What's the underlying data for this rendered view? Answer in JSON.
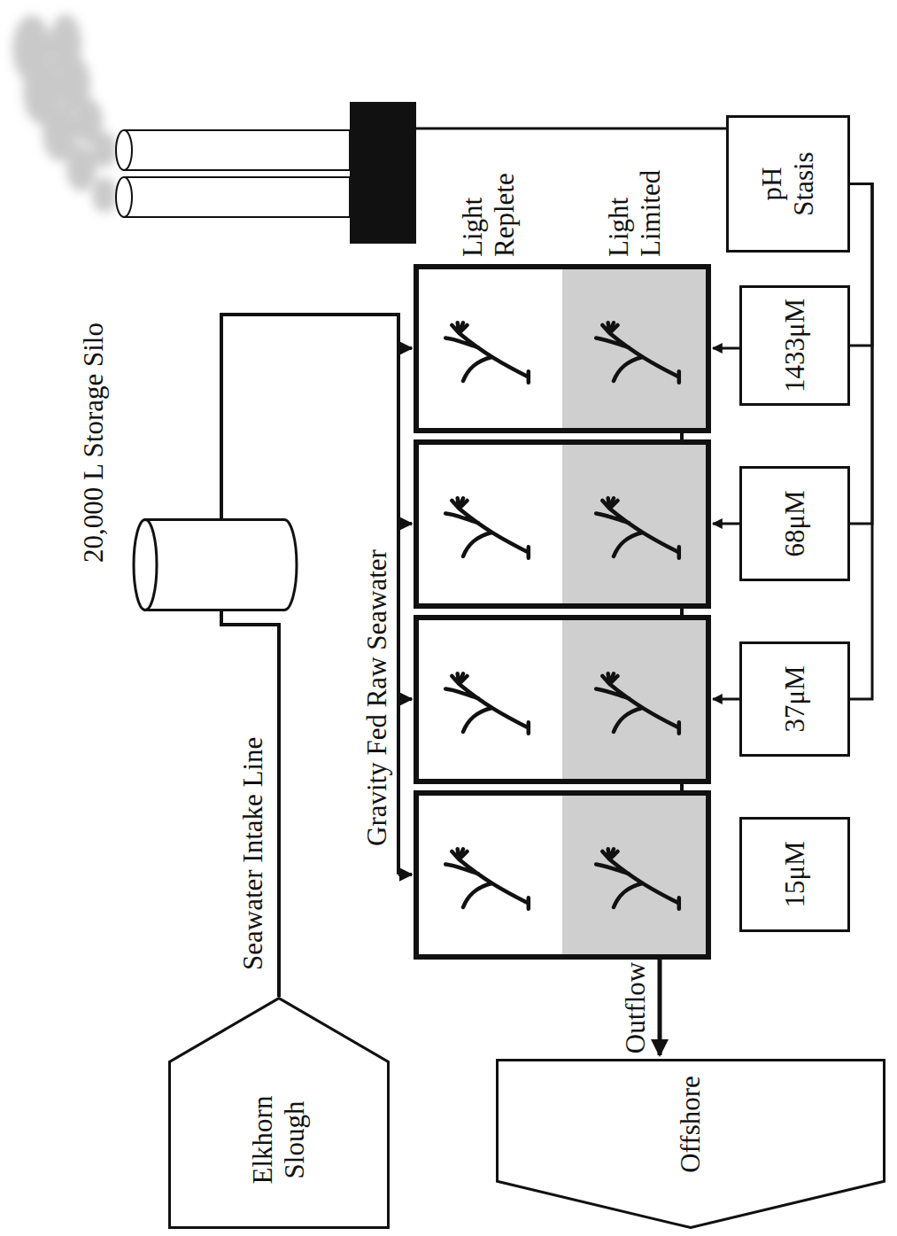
{
  "diagram": {
    "nodes": [
      {
        "text": [
          "Elkhorn Slough"
        ]
      },
      {
        "text": [
          "20,000 L Storage Silo"
        ]
      },
      {
        "text": [
          "Offshore"
        ]
      },
      {
        "text": [
          "15μM"
        ]
      },
      {
        "text": [
          "37μM"
        ]
      },
      {
        "text": [
          "68μM"
        ]
      },
      {
        "text": [
          "1433μM"
        ]
      },
      {
        "text": [
          "pH Stasis"
        ]
      }
    ],
    "edges": [
      {
        "from": 0,
        "to": 1,
        "arrow": "none"
      },
      {
        "from": 7,
        "to": 4,
        "arrow": "none"
      },
      {
        "from": 7,
        "to": 5,
        "arrow": "none"
      },
      {
        "from": 7,
        "to": 6,
        "arrow": "none"
      }
    ],
    "labels": [
      "Seawater Intake Line",
      "Gravity Fed Raw Seawater",
      "Outflow",
      "Light Replete",
      "Light Limited"
    ]
  }
}
